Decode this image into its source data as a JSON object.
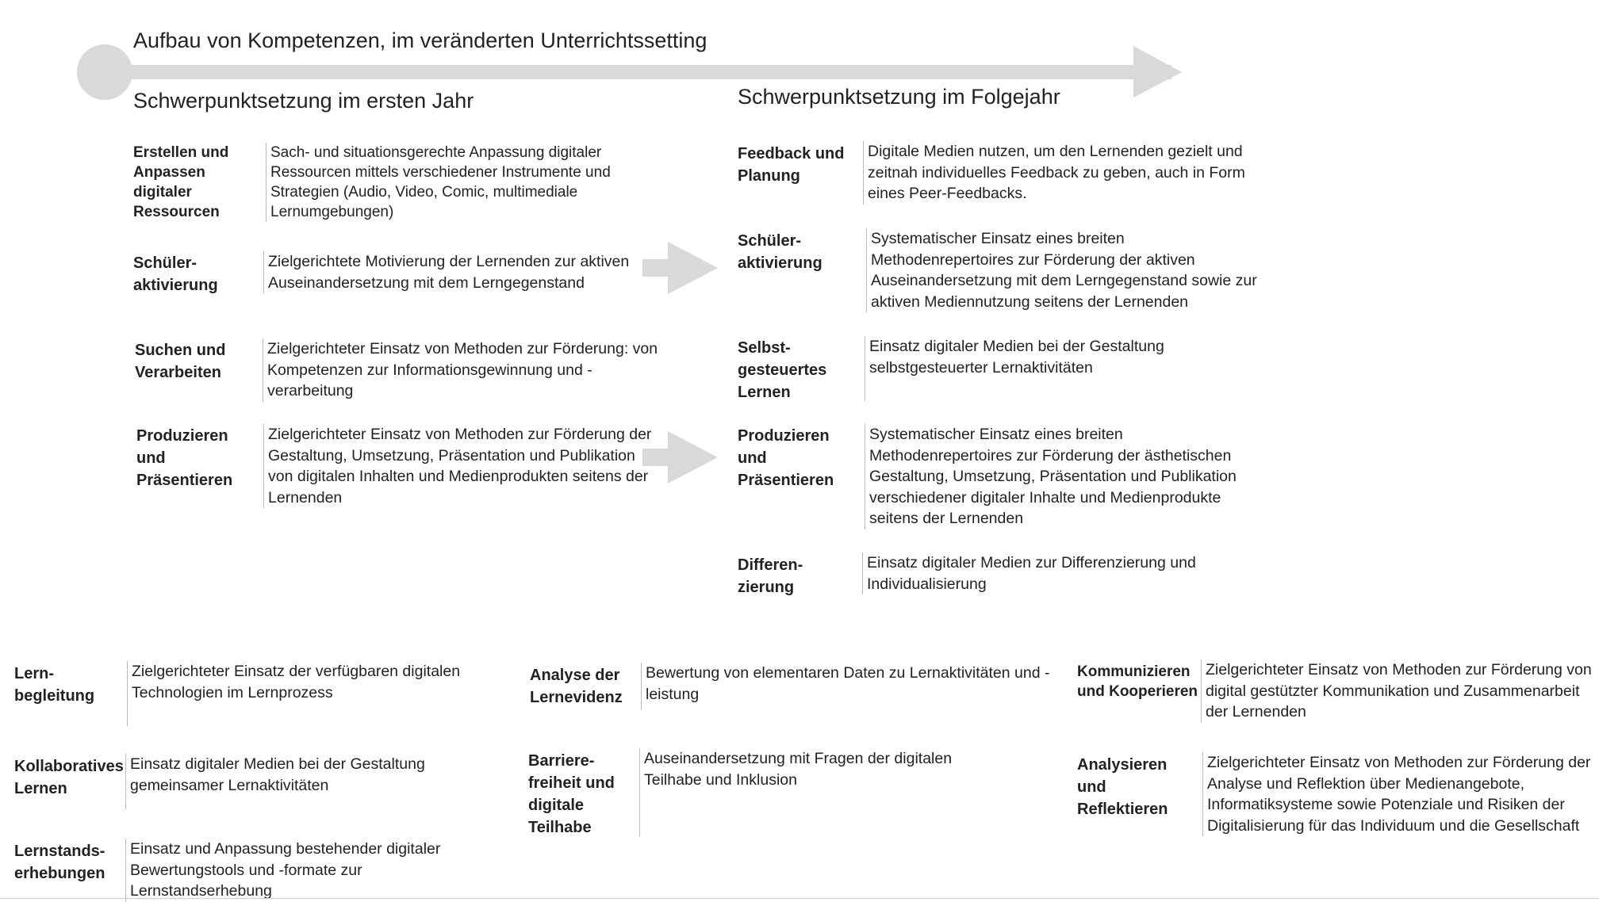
{
  "title": "Aufbau von Kompetenzen, im veränderten Unterrichtssetting",
  "columns": {
    "first_year": {
      "heading": "Schwerpunktsetzung im ersten Jahr",
      "items": [
        {
          "label": "Erstellen und Anpassen digitaler Ressourcen",
          "text": "Sach- und situationsgerechte Anpassung digitaler Ressourcen mittels verschiedener Instrumente und Strategien (Audio, Video, Comic, multimediale Lernumgebungen)"
        },
        {
          "label": "Schüler-aktivierung",
          "text": "Zielgerichtete Motivierung der Lernenden zur aktiven Auseinandersetzung mit dem Lerngegenstand"
        },
        {
          "label": "Suchen und Verarbeiten",
          "text": "Zielgerichteter Einsatz von Methoden zur Förderung: von Kompetenzen zur Informationsgewinnung und -verarbeitung"
        },
        {
          "label": "Produzieren und Präsentieren",
          "text": "Zielgerichteter Einsatz von Methoden zur Förderung der Gestaltung, Umsetzung, Präsentation und Publikation von digitalen Inhalten und Medienprodukten seitens der Lernenden"
        }
      ]
    },
    "next_year": {
      "heading": "Schwerpunktsetzung im Folgejahr",
      "items": [
        {
          "label": "Feedback und Planung",
          "text": "Digitale Medien nutzen, um den Lernenden gezielt und zeitnah individuelles Feedback zu geben, auch in Form eines Peer-Feedbacks."
        },
        {
          "label": "Schüler-aktivierung",
          "text": "Systematischer Einsatz eines breiten Methodenrepertoires zur Förderung der aktiven Auseinandersetzung mit dem Lerngegenstand sowie zur aktiven Mediennutzung seitens der Lernenden"
        },
        {
          "label": "Selbst-gesteuertes Lernen",
          "text": "Einsatz digitaler Medien bei der Gestaltung selbstgesteuerter Lernaktivitäten"
        },
        {
          "label": "Produzieren und Präsentieren",
          "text": "Systematischer Einsatz eines breiten Methodenrepertoires zur Förderung der ästhetischen Gestaltung, Umsetzung, Präsentation und Publikation verschiedener digitaler Inhalte und Medienprodukte seitens der Lernenden"
        },
        {
          "label": "Differen-zierung",
          "text": "Einsatz digitaler Medien zur Differenzierung und Individualisierung"
        }
      ]
    }
  },
  "bottom": {
    "left": [
      {
        "label": "Lern-begleitung",
        "text": "Zielgerichteter Einsatz der verfügbaren digitalen Technologien im Lernprozess"
      },
      {
        "label": "Kollaboratives Lernen",
        "text": "Einsatz digitaler Medien bei der Gestaltung gemeinsamer Lernaktivitäten"
      },
      {
        "label": "Lernstands-erhebungen",
        "text": "Einsatz und Anpassung bestehender digitaler Bewertungstools und -formate zur Lernstandserhebung"
      }
    ],
    "middle": [
      {
        "label": "Analyse der Lernevidenz",
        "text": "Bewertung von elementaren Daten zu Lernaktivitäten und -leistung"
      },
      {
        "label": "Barriere-freiheit und digitale Teilhabe",
        "text": "Auseinandersetzung mit Fragen der digitalen Teilhabe und Inklusion"
      }
    ],
    "right": [
      {
        "label": "Kommunizieren und Kooperieren",
        "text": "Zielgerichteter Einsatz von Methoden zur Förderung von digital gestützter Kommunikation und Zusammenarbeit der Lernenden"
      },
      {
        "label": "Analysieren und Reflektieren",
        "text": "Zielgerichteter Einsatz von Methoden zur Förderung der Analyse und Reflektion über Medienangebote, Informatiksysteme sowie Potenziale und Risiken der Digitalisierung für das Individuum und die Gesellschaft"
      }
    ]
  },
  "colors": {
    "arrow": "#d9d9d9",
    "text": "#222222",
    "divider": "#b8b8b8"
  }
}
